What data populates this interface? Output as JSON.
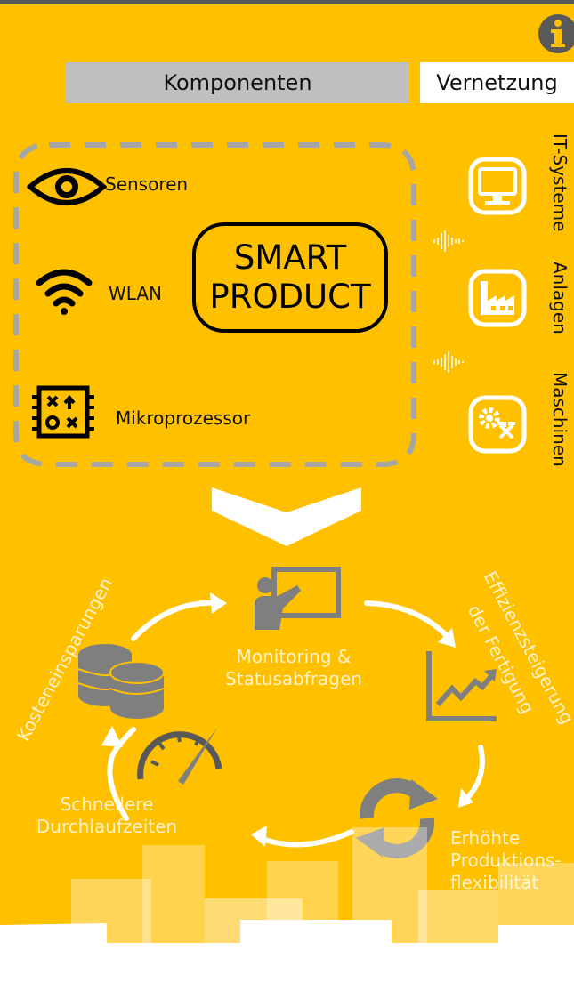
{
  "tabs": {
    "components": "Komponenten",
    "network": "Vernetzung"
  },
  "components": {
    "sensors": "Sensoren",
    "wlan": "WLAN",
    "processor": "Mikroprozessor"
  },
  "center": {
    "line1": "SMART",
    "line2": "PRODUCT"
  },
  "network_targets": {
    "it_systems": "IT-Systeme",
    "plants": "Anlagen",
    "machines": "Maschinen"
  },
  "cycle": {
    "monitoring_line1": "Monitoring &",
    "monitoring_line2": "Statusabfragen",
    "efficiency_line1": "Effizienzsteigerung",
    "efficiency_line2": "der Fertigung",
    "flexibility_line1": "Erhöhte",
    "flexibility_line2": "Produktions-",
    "flexibility_line3": "flexibilität",
    "throughput_line1": "Schnellere",
    "throughput_line2": "Durchlaufzeiten",
    "savings": "Kosteneinsparungen"
  },
  "colors": {
    "background": "#ffc000",
    "tab_inactive": "#bfbfbf",
    "tab_active": "#ffffff",
    "icon_gray": "#7f7f7f",
    "cycle_text": "#fff2c8"
  },
  "icons": [
    "info-icon",
    "eye-icon",
    "wifi-icon",
    "microprocessor-icon",
    "monitor-icon",
    "factory-icon",
    "machine-gear-icon",
    "sound-wave-icon",
    "chevron-down-icon",
    "presentation-icon",
    "growth-chart-icon",
    "refresh-icon",
    "speedometer-icon",
    "coins-icon"
  ]
}
